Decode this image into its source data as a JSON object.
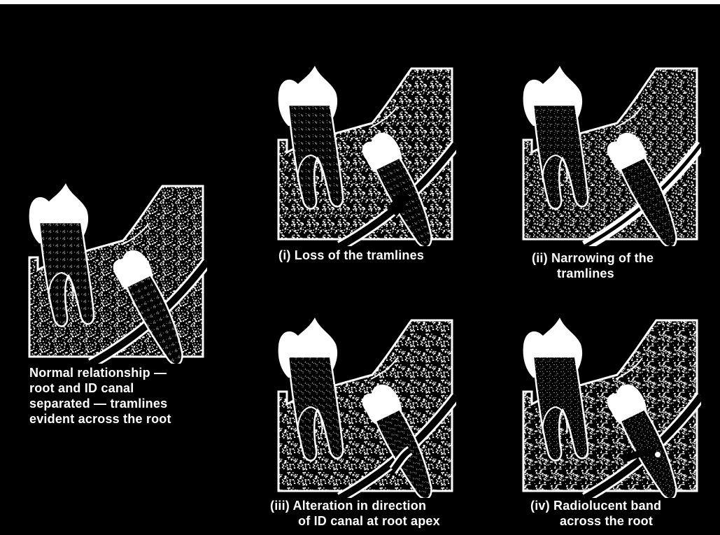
{
  "colors": {
    "background": "#000000",
    "foreground": "#ffffff"
  },
  "panels": [
    {
      "id": "normal",
      "caption_lines": [
        "Normal relationship —",
        "root and ID canal",
        "separated — tramlines",
        "evident across the root"
      ],
      "variant": "normal"
    },
    {
      "id": "i",
      "caption_lines": [
        "(i)  Loss of the tramlines"
      ],
      "variant": "loss"
    },
    {
      "id": "ii",
      "caption_lines": [
        "(ii)  Narrowing of the",
        "tramlines"
      ],
      "variant": "narrowing"
    },
    {
      "id": "iii",
      "caption_lines": [
        "(iii)  Alteration in direction",
        "of ID canal at root apex"
      ],
      "variant": "alteration"
    },
    {
      "id": "iv",
      "caption_lines": [
        "(iv)  Radiolucent band",
        "across the root"
      ],
      "variant": "band"
    }
  ]
}
